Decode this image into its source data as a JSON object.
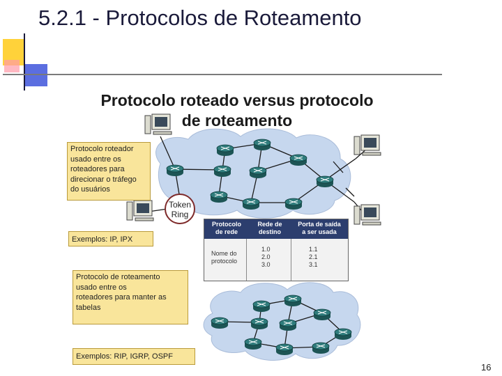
{
  "slide": {
    "title": "5.2.1 - Protocolos de Roteamento",
    "page_number": "16"
  },
  "diagram": {
    "heading_line1": "Protocolo roteado versus protocolo",
    "heading_line2": "de roteamento",
    "routed_callout": [
      "Protocolo roteador",
      "usado entre os",
      "roteadores para",
      "direcionar o tráfego",
      "do usuários"
    ],
    "routed_examples": "Exemplos: IP, IPX",
    "routing_callout": [
      "Protocolo de roteamento",
      "usado entre os",
      "roteadores para manter as",
      "tabelas"
    ],
    "routing_examples": "Exemplos: RIP, IGRP, OSPF",
    "token_ring": [
      "Token",
      "Ring"
    ],
    "table": {
      "headers": [
        [
          "Protocolo",
          "de rede"
        ],
        [
          "Rede de",
          "destino"
        ],
        [
          "Porta de saída",
          "a ser usada"
        ]
      ],
      "row_label": [
        "Nome do",
        "protocolo"
      ],
      "destinations": [
        "1.0",
        "2.0",
        "3.0"
      ],
      "exit_ports": [
        "1.1",
        "2.1",
        "3.1"
      ]
    },
    "colors": {
      "cloud": "#c6d7ee",
      "router": "#2f7c7c",
      "callout_fill": "#f9e59b",
      "table_header": "#2c3e6e",
      "token_ring_border": "#7e2a2a"
    }
  }
}
